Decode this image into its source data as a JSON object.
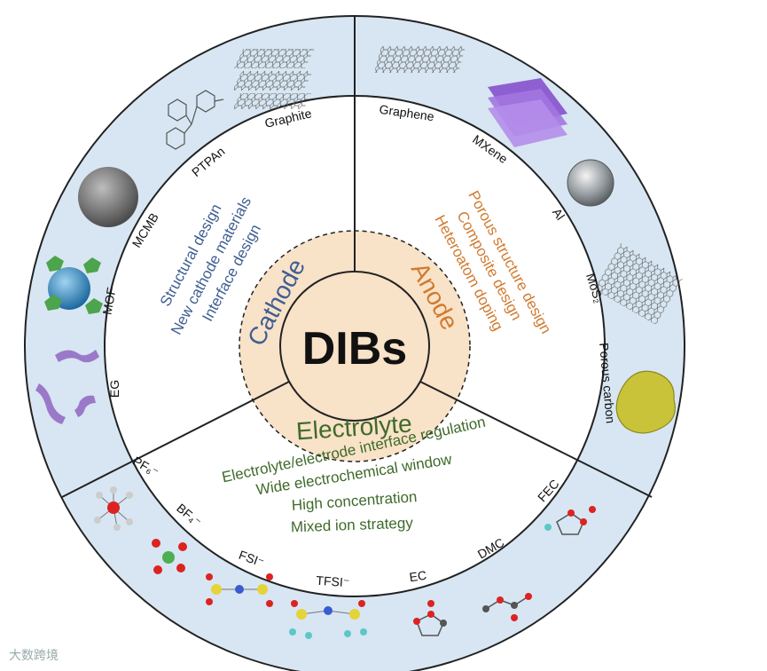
{
  "core": {
    "title": "DIBs"
  },
  "sectors": {
    "cathode": {
      "label": "Cathode",
      "color": "#3e5e92",
      "strategies": [
        "Structural design",
        "New cathode materials",
        "Interface design"
      ]
    },
    "anode": {
      "label": "Anode",
      "color": "#d17a2f",
      "strategies": [
        "Porous structure design",
        "Composite design",
        "Heteroatom doping"
      ]
    },
    "electrolyte": {
      "label": "Electrolyte",
      "color": "#3f6a2a",
      "strategies": [
        "Electrolyte/electrode interface regulation",
        "Wide electrochemical window",
        "High concentration",
        "Mixed ion strategy"
      ]
    }
  },
  "materials": {
    "cathode": [
      "Graphite",
      "PTPAn",
      "MCMB",
      "MOF",
      "EG"
    ],
    "anode": [
      "Graphene",
      "MXene",
      "Al",
      "MoS₂",
      "Porous carbon"
    ],
    "electrolyte": {
      "anions": [
        "PF₆⁻",
        "BF₄⁻",
        "FSI⁻",
        "TFSI⁻"
      ],
      "solvents": [
        "EC",
        "DMC",
        "FEC"
      ]
    }
  },
  "colors": {
    "outer_ring": "#d7e6f2",
    "inner_ring": "#f8e2c8",
    "ring_line": "#222222"
  },
  "watermark": "大数跨境"
}
